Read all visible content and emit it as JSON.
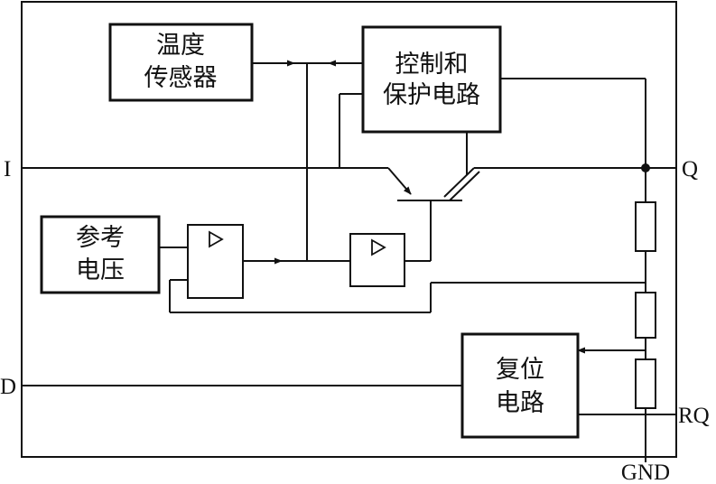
{
  "blocks": {
    "temp_sensor": [
      "温度",
      "传感器"
    ],
    "control_protection": [
      "控制和",
      "保护电路"
    ],
    "reference_voltage": [
      "参考",
      "电压"
    ],
    "reset_circuit": [
      "复位",
      "电路"
    ]
  },
  "pins": {
    "input": "I",
    "output": "Q",
    "delay": "D",
    "reset_out": "RQ",
    "ground": "GND"
  }
}
